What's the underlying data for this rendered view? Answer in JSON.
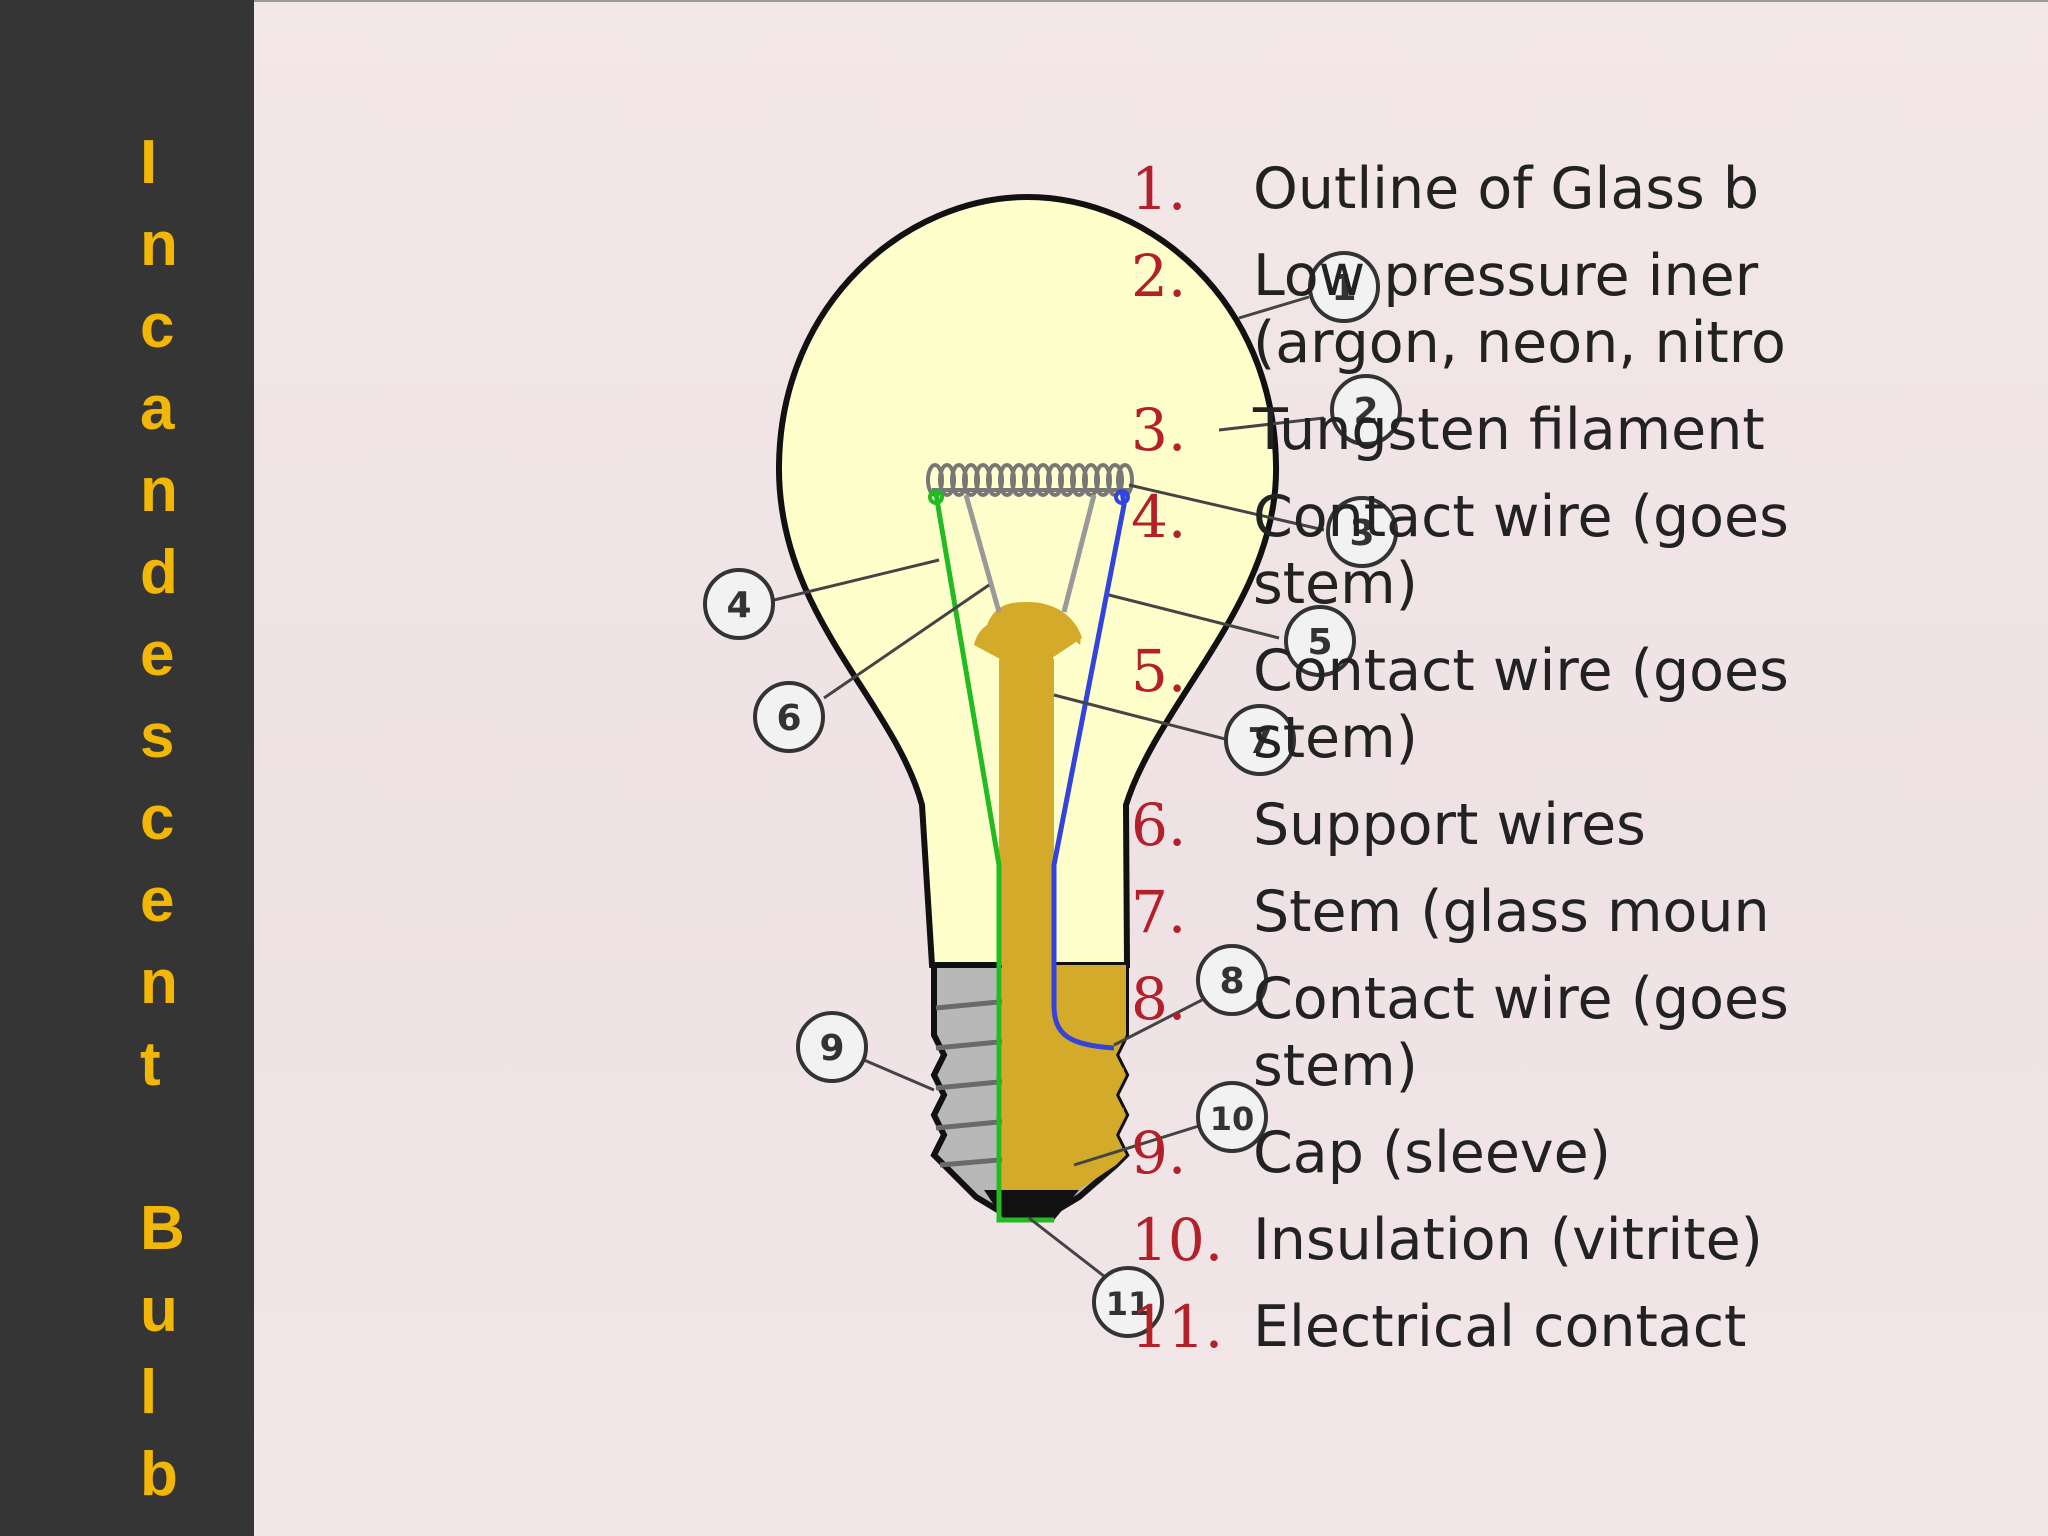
{
  "sidebar": {
    "title_letters": [
      "I",
      "n",
      "c",
      "a",
      "n",
      "d",
      "e",
      "s",
      "c",
      "e",
      "n",
      "t",
      " ",
      "B",
      "u",
      "l",
      "b"
    ],
    "color": "#f2b705"
  },
  "diagram": {
    "callouts": [
      "1",
      "2",
      "3",
      "4",
      "5",
      "6",
      "7",
      "8",
      "9",
      "10",
      "11"
    ],
    "colors": {
      "glass": "#ffffcc",
      "stem": "#d4aa2a",
      "cap": "#b3b3b3",
      "wire_left": "#22bb22",
      "wire_right": "#3344dd"
    }
  },
  "legend": {
    "items": [
      {
        "num": "1.",
        "text": "Outline of Glass b"
      },
      {
        "num": "2.",
        "text": "Low pressure iner\n(argon, neon, nitro"
      },
      {
        "num": "3.",
        "text": "Tungsten filament"
      },
      {
        "num": "4.",
        "text": "Contact wire (goes\nstem)"
      },
      {
        "num": "5.",
        "text": "Contact wire (goes\nstem)"
      },
      {
        "num": "6.",
        "text": "Support wires"
      },
      {
        "num": "7.",
        "text": "Stem (glass moun"
      },
      {
        "num": "8.",
        "text": "Contact wire (goes\nstem)"
      },
      {
        "num": "9.",
        "text": "Cap (sleeve)"
      },
      {
        "num": "10.",
        "text": "Insulation (vitrite)"
      },
      {
        "num": "11.",
        "text": "Electrical contact"
      }
    ]
  }
}
